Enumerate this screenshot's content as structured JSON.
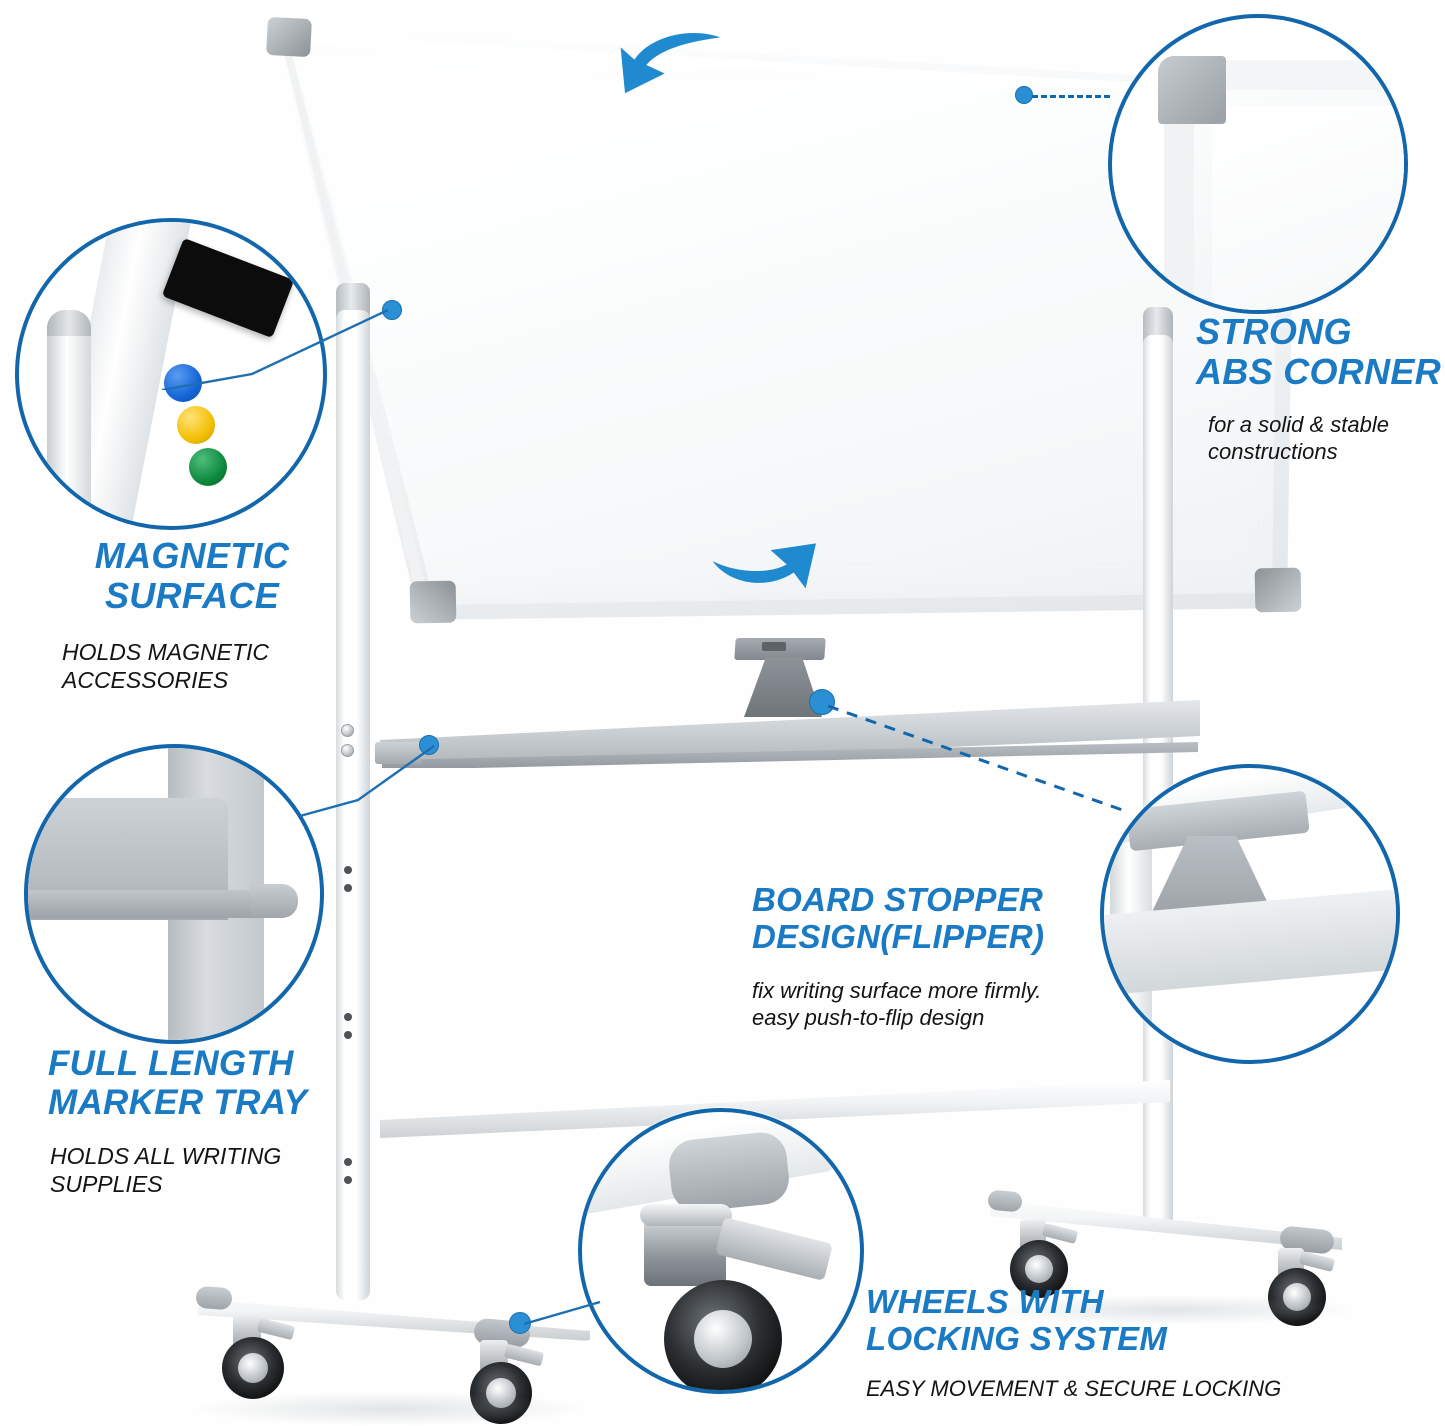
{
  "product": {
    "name": "Mobile double-sided magnetic whiteboard with rolling stand",
    "accent_blue": "#1a7ac4",
    "callout_ring_color": "#1266ac",
    "dot_color": "#2a8fd4"
  },
  "callouts": [
    {
      "id": "magnetic-surface",
      "title_lines": [
        "MAGNETIC",
        "SURFACE"
      ],
      "subtitle_lines": [
        "HOLDS MAGNETIC",
        "ACCESSORIES"
      ],
      "subtitle_case": "upper",
      "detail_icons": [
        "eraser-icon",
        "magnet-blue-icon",
        "magnet-yellow-icon",
        "magnet-green-icon"
      ],
      "magnet_colors": [
        "#1565d8",
        "#f2c004",
        "#0d8a3e"
      ],
      "eraser_color": "#111111"
    },
    {
      "id": "strong-abs-corner",
      "title_lines": [
        "STRONG",
        "ABS CORNER"
      ],
      "subtitle_lines": [
        "for a solid & stable",
        "constructions"
      ],
      "subtitle_case": "lower",
      "detail_icons": [
        "abs-corner-icon"
      ]
    },
    {
      "id": "full-length-marker-tray",
      "title_lines": [
        "FULL LENGTH",
        "MARKER TRAY"
      ],
      "subtitle_lines": [
        "HOLDS ALL WRITING",
        "SUPPLIES"
      ],
      "subtitle_case": "upper",
      "detail_icons": [
        "marker-tray-icon"
      ]
    },
    {
      "id": "board-stopper-design",
      "title_lines": [
        "BOARD STOPPER",
        "DESIGN(FLIPPER)"
      ],
      "subtitle_lines": [
        "fix writing surface more firmly.",
        "easy push-to-flip design"
      ],
      "subtitle_case": "lower",
      "detail_icons": [
        "board-stopper-icon"
      ]
    },
    {
      "id": "wheels-with-locking-system",
      "title_lines": [
        "WHEELS WITH",
        "LOCKING SYSTEM"
      ],
      "subtitle_lines": [
        "EASY MOVEMENT & SECURE LOCKING"
      ],
      "subtitle_case": "upper",
      "detail_icons": [
        "locking-caster-icon"
      ]
    }
  ],
  "annotations": {
    "rotation_arrow_top": "curved-rotation-arrow-left",
    "rotation_arrow_bottom": "curved-rotation-arrow-right",
    "leader_dots": 4,
    "dashed_leader": "abs-corner-dashed-leader"
  },
  "hardware": {
    "casters": 4,
    "posts": 2,
    "feet": 2,
    "height_adjust_holes": 4
  }
}
